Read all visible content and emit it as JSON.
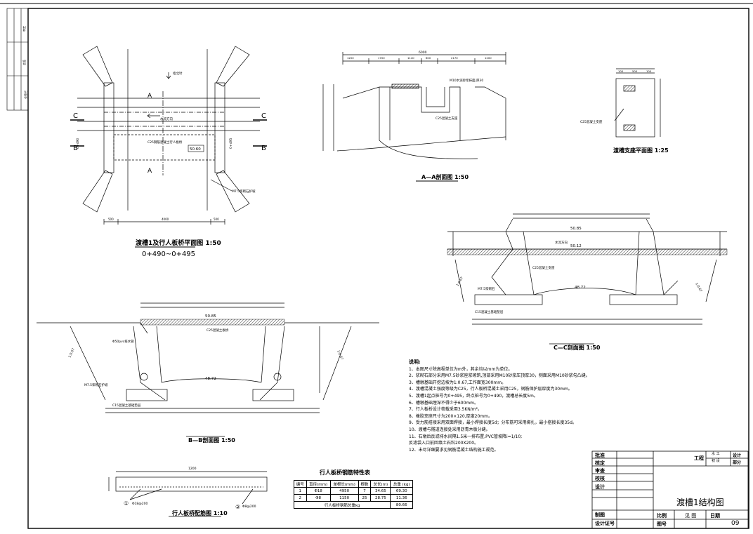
{
  "drawing": {
    "plan": {
      "title": "渡槽1及行人板桥平面图 1:50",
      "chainage": "0+490~0+495",
      "section_a": "A",
      "section_b": "B",
      "section_c": "C",
      "chainage_left": "0+490",
      "chainage_right": "0+495",
      "elevation": "50.60",
      "mark_water": "水流方向",
      "mark_bridge": "C25钢筋混凝土行人板桥",
      "mark_slope": "M7.5浆砌石护坡",
      "mark_north": "指北针",
      "dims": [
        "500",
        "4000",
        "500"
      ]
    },
    "section_aa": {
      "title": "A—A剖面图 1:50",
      "label_conc": "M10水泥砂浆抹面,厚30",
      "label_support": "C25混凝土支座",
      "dims_top": [
        "1200",
        "1700",
        "1140",
        "600",
        "2170",
        "1200"
      ],
      "dim_total": "6000"
    },
    "support_plan": {
      "title": "渡槽支座平面图 1:25",
      "label": "C25混凝土支座",
      "dims": [
        "100",
        "500",
        "100"
      ]
    },
    "section_bb": {
      "title": "B—B剖面图 1:50",
      "elev_top": "50.85",
      "elev_bottom": "48.72",
      "label_bridge": "C25混凝土板桥",
      "label_pipe": "Φ50pvc排水管",
      "label_slope": "M7.5浆砌石护坡",
      "label_found": "C15混凝土基础垫层",
      "ratio": "1:0.67"
    },
    "section_cc": {
      "title": "C—C剖面图 1:50",
      "elev_top": "50.85",
      "elev_mid": "50.12",
      "elev_bottom": "48.72",
      "label_water": "水流方向",
      "label_support": "C25混凝土支座",
      "label_slope": "M7.5浆砌石",
      "label_found": "C15混凝土基础垫层",
      "ratio": "1:0.67"
    },
    "rebar_drawing": {
      "title": "行人板桥配筋图 1:10",
      "dim": "1200",
      "mark1": "①",
      "mark2": "②",
      "label1": "Φ18@200",
      "label2": "Φ8@200"
    }
  },
  "notes": {
    "heading": "说明:",
    "items": [
      "1、本图尺寸除高程单位为m外，其余均以mm为单位。",
      "2、浆砌石部分采用M7.5砂浆座浆砌筑,顶部采用M10砂浆压顶厚30，侧面采用M10砂浆勾凸缝。",
      "3、槽墩基础开挖边坡为1:0.67,工作面宽300mm。",
      "4、渡槽混凝土强度等级为C25，行人板桥混凝土采用C25，钢筋保护层厚度为30mm。",
      "5、渡槽1起点桩号为0+495，终点桩号为0+490，渡槽总长度5m。",
      "6、槽墩基础埋深不得少于600mm。",
      "7、行人板桥设计荷载采用3.5KN/m²。",
      "8、橡胶支座尺寸为200×120,厚度20mm。",
      "9、受力筋搭接采用双面焊接，最小焊接长度5d；分布筋可采用绑扎，最小搭接长度35d。",
      "10、渡槽与隧道连接处采用沥青木板分缝。",
      "11、石墩后反滤排水间隔1.5米一排布置,PVC管坡降i=1/10;",
      "    反滤袋入口前回填土石料200X200。",
      "12、未尽详细要求见钢筋混凝土结构施工规范。"
    ]
  },
  "rebar_table": {
    "title": "行人板桥钢筋特性表",
    "headers": [
      "编号",
      "直径(mm)",
      "单根长(mm)",
      "根数",
      "总长(m)",
      "总重 (kg)"
    ],
    "rows": [
      [
        "1",
        "Φ18",
        "4950",
        "7",
        "34.65",
        "69.30"
      ],
      [
        "2",
        "Φ8",
        "1150",
        "25",
        "28.75",
        "11.36"
      ]
    ],
    "total_label": "行人板桥钢筋总重kg",
    "total_value": "80.66"
  },
  "title_block": {
    "rows": [
      "批准",
      "核定",
      "审查",
      "校核",
      "设计",
      "制图",
      "设计证号"
    ],
    "project_label": "工程",
    "stage1": "水 工",
    "stage2": "初 设",
    "col1": "设计",
    "col2": "部分",
    "drawing_name": "渡槽1结构图",
    "scale_label": "比例",
    "scale_value": "见 图",
    "date_label": "日期",
    "number_label": "图号",
    "number_value": "09"
  },
  "side_strip": {
    "labels": [
      "审定",
      "会签",
      "会签栏"
    ]
  }
}
